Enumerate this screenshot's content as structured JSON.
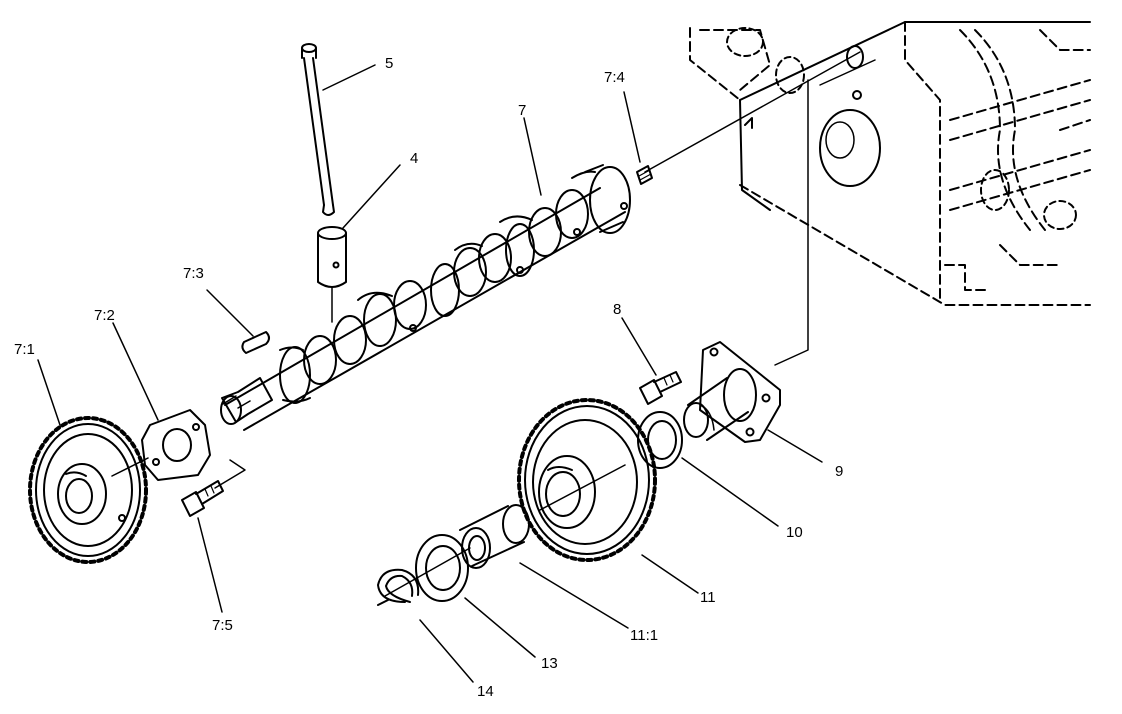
{
  "callouts": {
    "c5": "5",
    "c4": "4",
    "c7_4": "7:4",
    "c7": "7",
    "c7_3": "7:3",
    "c7_2": "7:2",
    "c7_1": "7:1",
    "c8": "8",
    "c9": "9",
    "c10": "10",
    "c11": "11",
    "c11_1": "11:1",
    "c13": "13",
    "c14": "14",
    "c7_5": "7:5"
  },
  "colors": {
    "ink": "#000000",
    "paper": "#ffffff"
  }
}
